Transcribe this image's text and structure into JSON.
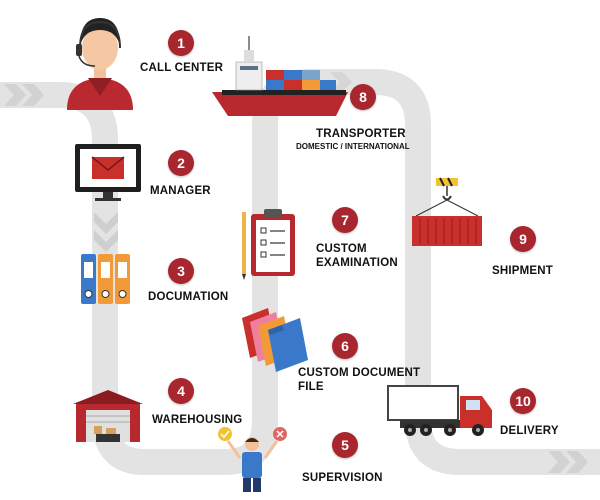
{
  "steps": [
    {
      "number": "1",
      "label": "CALL CENTER",
      "icon": "call-center-agent-icon"
    },
    {
      "number": "2",
      "label": "MANAGER",
      "icon": "monitor-mail-icon"
    },
    {
      "number": "3",
      "label": "DOCUMATION",
      "icon": "binders-icon"
    },
    {
      "number": "4",
      "label": "WAREHOUSING",
      "icon": "warehouse-icon"
    },
    {
      "number": "5",
      "label": "SUPERVISION",
      "icon": "supervisor-icon"
    },
    {
      "number": "6",
      "label": "CUSTOM DOCUMENT FILE",
      "icon": "document-folders-icon"
    },
    {
      "number": "7",
      "label": "CUSTOM EXAMINATION",
      "icon": "clipboard-checklist-icon"
    },
    {
      "number": "8",
      "label": "TRANSPORTER",
      "sublabel": "DOMESTIC / INTERNATIONAL",
      "icon": "cargo-ship-icon"
    },
    {
      "number": "9",
      "label": "SHIPMENT",
      "icon": "crane-container-icon"
    },
    {
      "number": "10",
      "label": "DELIVERY",
      "icon": "delivery-truck-icon"
    }
  ],
  "colors": {
    "badge": "#a8262d",
    "path": "#e3e3e3",
    "arrow": "#d4d4d4",
    "accent_red": "#c9302c",
    "binder_blue": "#3a79c9",
    "binder_orange": "#f29a38"
  }
}
